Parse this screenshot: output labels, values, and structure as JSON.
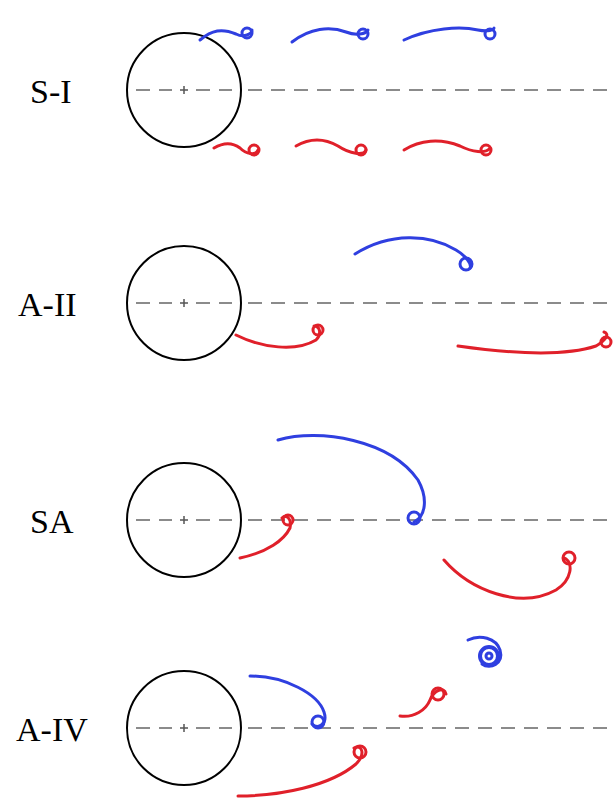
{
  "diagram": {
    "labels": [
      "S-I",
      "A-II",
      "SA",
      "A-IV"
    ]
  }
}
